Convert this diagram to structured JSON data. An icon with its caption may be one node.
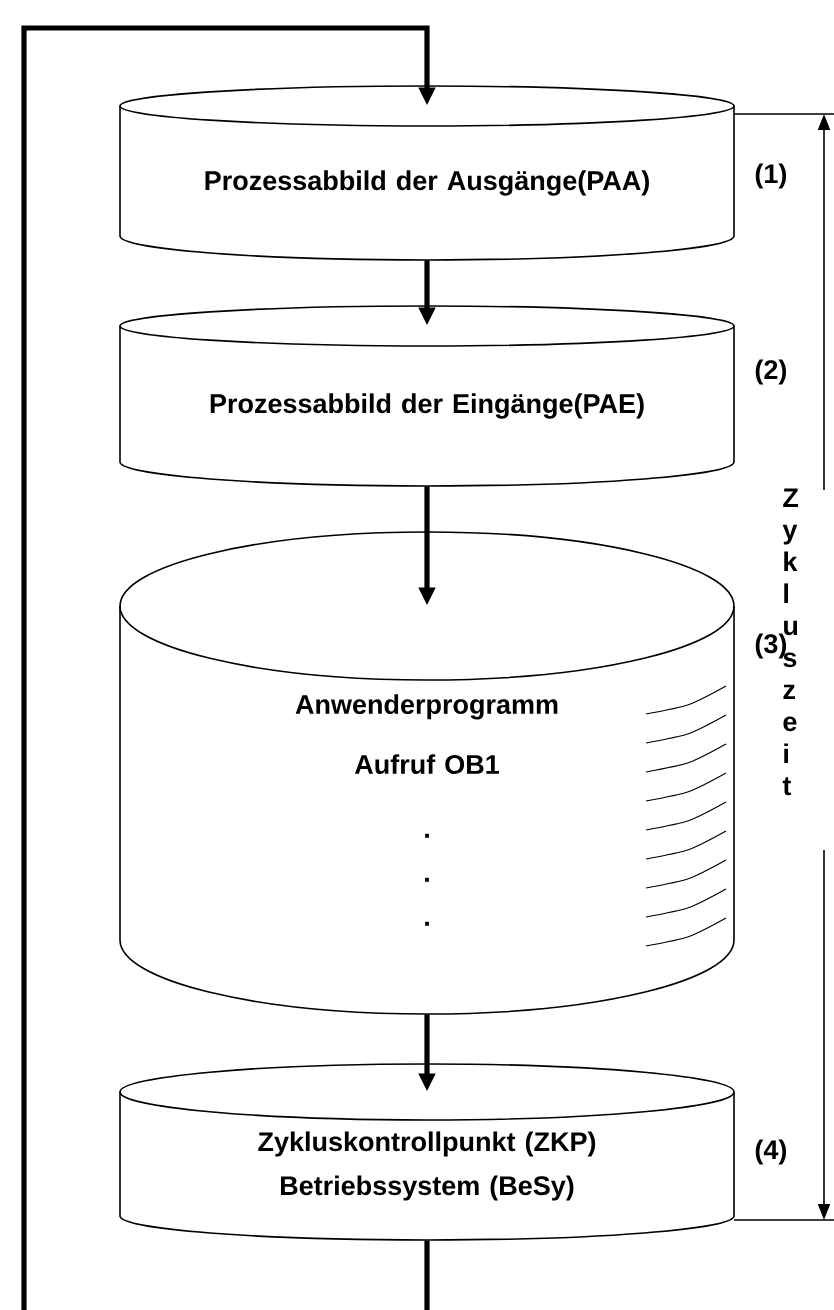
{
  "diagram": {
    "nodes": [
      {
        "text": [
          "Prozessabbild der Ausgänge(PAA)"
        ],
        "beside": [
          "(1)"
        ]
      },
      {
        "text": [
          "Prozessabbild der Eingänge(PAE)"
        ],
        "beside": [
          "(2)"
        ]
      },
      {
        "text": [
          "Anwenderprogramm",
          "Aufruf OB1",
          ". . ."
        ],
        "beside": [
          "(3)"
        ]
      },
      {
        "text": [
          "Zykluskontrollpunkt (ZKP)",
          "Betriebssystem (BeSy)"
        ],
        "beside": [
          "(4)"
        ]
      }
    ],
    "edges": [
      {
        "from": 0,
        "to": 1,
        "arrow": "to"
      },
      {
        "from": 1,
        "to": 2,
        "arrow": "to"
      },
      {
        "from": 2,
        "to": 3,
        "arrow": "to"
      },
      {
        "from": 3,
        "to": 0,
        "arrow": "to"
      }
    ],
    "labels": [
      "Zykluszeit"
    ]
  }
}
